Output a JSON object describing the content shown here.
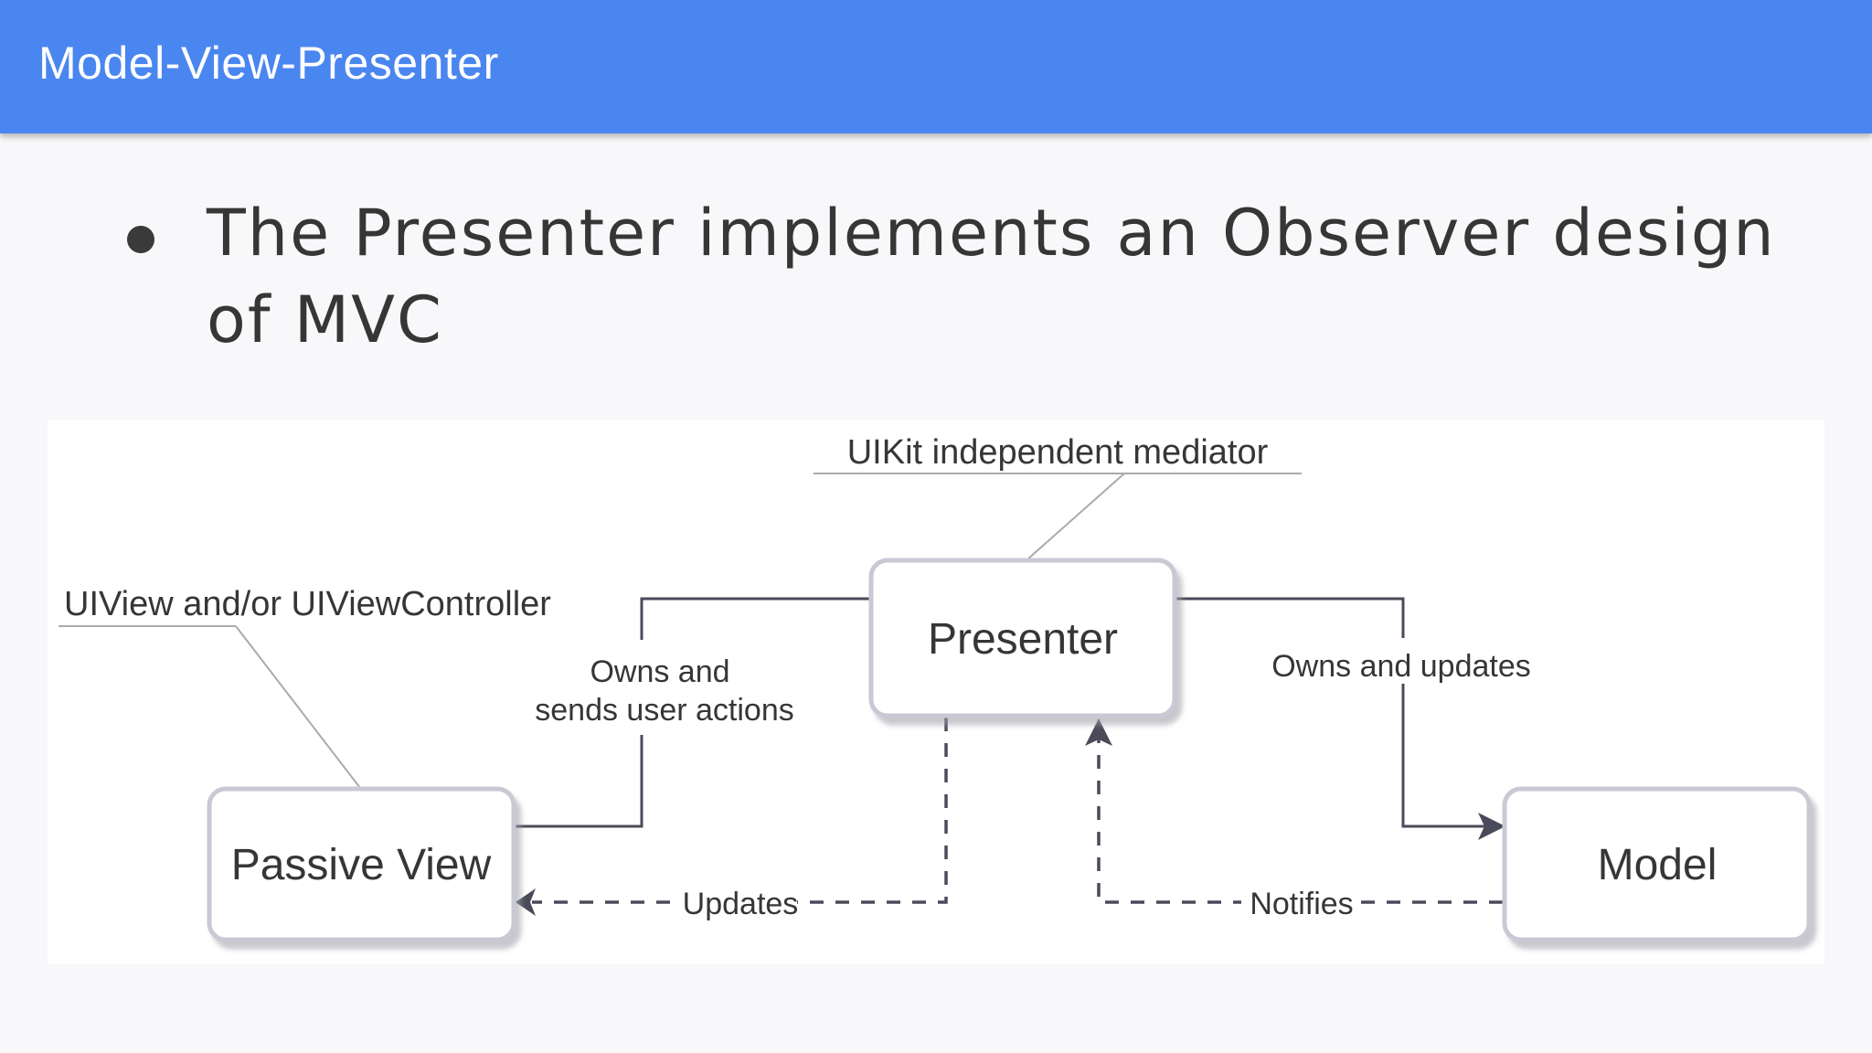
{
  "header": {
    "title": "Model-View-Presenter"
  },
  "bullet": {
    "text": "The Presenter implements an Observer design of MVC"
  },
  "diagram": {
    "nodes": {
      "presenter": "Presenter",
      "passive_view": "Passive View",
      "model": "Model"
    },
    "annotations": {
      "presenter_note": "UIKit independent mediator",
      "view_note": "UIView and/or UIViewController"
    },
    "edges": {
      "owns_sends_line1": "Owns and",
      "owns_sends_line2": "sends user actions",
      "owns_updates": "Owns and updates",
      "updates": "Updates",
      "notifies": "Notifies"
    }
  },
  "colors": {
    "header": "#4a86f0",
    "arrow": "#4a4a5a",
    "node_border": "#c9c9d6",
    "text": "#363636"
  }
}
